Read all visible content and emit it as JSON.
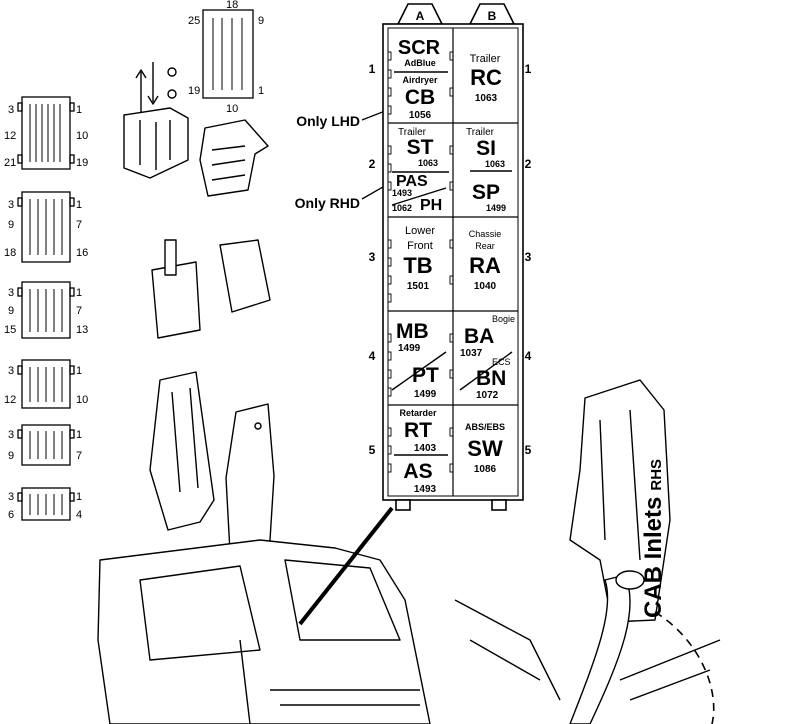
{
  "title": {
    "main": "CAB Inlets",
    "sub": "RHS"
  },
  "columns": [
    "A",
    "B"
  ],
  "rows": [
    "1",
    "2",
    "3",
    "4",
    "5"
  ],
  "callouts": {
    "lhd": "Only LHD",
    "rhd": "Only RHD"
  },
  "cells": {
    "r1a": {
      "l1": "SCR",
      "l2": "AdBlue",
      "l3": "Airdryer",
      "l4": "CB",
      "l5": "1056"
    },
    "r1b": {
      "l1": "Trailer",
      "l2": "RC",
      "l3": "1063"
    },
    "r2a": {
      "l1": "Trailer",
      "l2": "ST",
      "l3": "1063",
      "l4": "PAS",
      "l5": "1493",
      "l6": "PH",
      "l7": "1062"
    },
    "r2b": {
      "l1": "Trailer",
      "l2": "SI",
      "l3": "1063",
      "l4": "SP",
      "l5": "1499"
    },
    "r3a": {
      "l1": "Lower",
      "l2": "Front",
      "l3": "TB",
      "l4": "1501"
    },
    "r3b": {
      "l1": "Chassie",
      "l2": "Rear",
      "l3": "RA",
      "l4": "1040"
    },
    "r4a": {
      "l1": "MB",
      "l2": "1499",
      "l3": "PT",
      "l4": "1499"
    },
    "r4b": {
      "l1": "Bogie",
      "l2": "BA",
      "l3": "1037",
      "l4": "ECS",
      "l5": "BN",
      "l6": "1072"
    },
    "r5a": {
      "l1": "Retarder",
      "l2": "RT",
      "l3": "1403",
      "l4": "AS",
      "l5": "1493"
    },
    "r5b": {
      "l1": "ABS/EBS",
      "l2": "SW",
      "l3": "1086"
    }
  },
  "connectors": [
    {
      "tl": "3",
      "tr": "1",
      "ml": "12",
      "mr": "10",
      "bl": "21",
      "br": "19"
    },
    {
      "tl": "3",
      "tr": "1",
      "ml": "9",
      "mr": "7",
      "bl": "18",
      "br": "16"
    },
    {
      "tl": "3",
      "tr": "1",
      "ml": "9",
      "mr": "7",
      "bl": "15",
      "br": "13"
    },
    {
      "tl": "3",
      "tr": "1",
      "ml": "12",
      "mr": "10"
    },
    {
      "tl": "3",
      "tr": "1",
      "ml": "9",
      "mr": "7"
    },
    {
      "tl": "3",
      "tr": "1",
      "ml": "6",
      "mr": "4"
    }
  ],
  "top_connector": {
    "top": "18",
    "tl": "25",
    "tr": "9",
    "bl": "19",
    "br": "1",
    "bottom": "10"
  }
}
